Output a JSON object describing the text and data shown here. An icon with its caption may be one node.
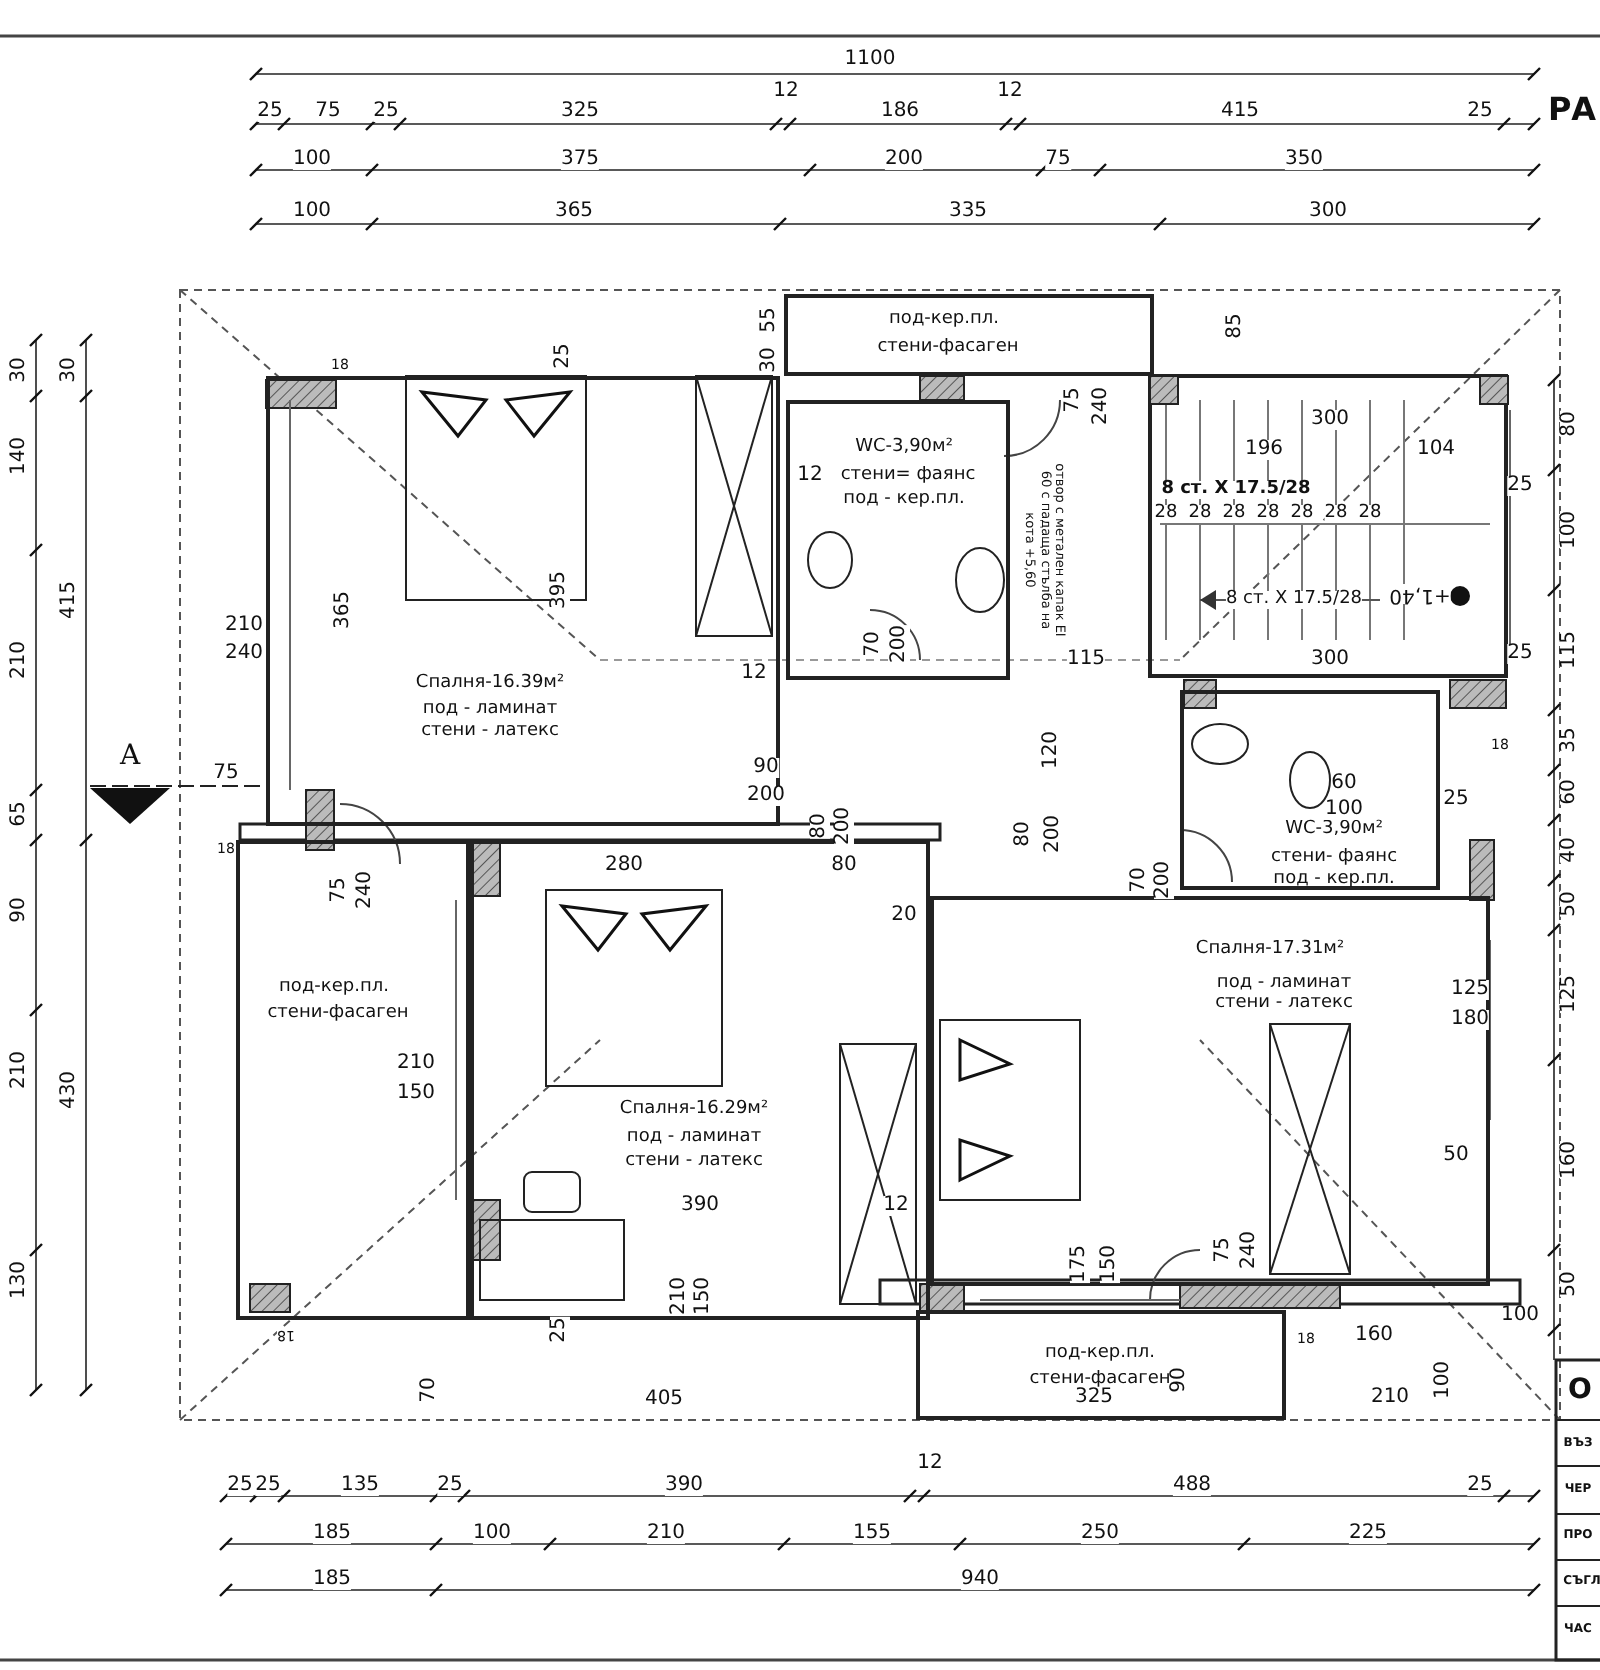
{
  "diagram": {
    "nodes": [
      {
        "text": [
          "Спалня-16.39м²",
          "под - ламинат",
          "стени - латекс"
        ]
      },
      {
        "text": [
          "под-кер.пл.",
          "стени-фасаген"
        ]
      },
      {
        "text": [
          "WC-3,90м²",
          "стени= фаянс",
          "под - кер.пл."
        ]
      },
      {
        "text": [
          "WC-3,90м²",
          "стени- фаянс",
          "под - кер.пл."
        ]
      },
      {
        "text": [
          "под-кер.пл.",
          "стени-фасаген"
        ]
      },
      {
        "text": [
          "Спалня-16.29м²",
          "под - ламинат",
          "стени - латекс"
        ]
      },
      {
        "text": [
          "Спалня-17.31м²",
          "под - ламинат",
          "стени - латекс"
        ]
      },
      {
        "text": [
          "под-кер.пл.",
          "стени-фасаген"
        ]
      }
    ],
    "labels": [
      "1100",
      "РА",
      "25",
      "75",
      "25",
      "325",
      "12",
      "186",
      "12",
      "415",
      "25",
      "100",
      "375",
      "200",
      "75",
      "350",
      "100",
      "365",
      "335",
      "300",
      "55",
      "85",
      "30",
      "30",
      "18",
      "25",
      "30",
      "75",
      "240",
      "300",
      "80",
      "196",
      "104",
      "140",
      "12",
      "8 ст. X 17.5/28",
      "25",
      "28",
      "28",
      "28",
      "28",
      "28",
      "28",
      "28",
      "100",
      "395",
      "отвор с метален капак EI 60 с падаща стълба на кота +5,60",
      "8 ст. X 17.5/28",
      "+1,40",
      "210",
      "415",
      "210",
      "240",
      "365",
      "12",
      "70",
      "200",
      "115",
      "300",
      "25",
      "115",
      "18",
      "35",
      "120",
      "75",
      "90",
      "200",
      "60",
      "100",
      "25",
      "60",
      "65",
      "80",
      "200",
      "80",
      "200",
      "75",
      "240",
      "18",
      "40",
      "280",
      "80",
      "70",
      "200",
      "90",
      "50",
      "20",
      "125",
      "125",
      "180",
      "210",
      "150",
      "210",
      "430",
      "50",
      "160",
      "390",
      "12",
      "175",
      "150",
      "210",
      "150",
      "130",
      "50",
      "75",
      "240",
      "100",
      "25",
      "18",
      "18",
      "160",
      "90",
      "100",
      "70",
      "405",
      "325",
      "210",
      "О",
      "ВЪЗ",
      "12",
      "25",
      "25",
      "135",
      "25",
      "390",
      "488",
      "25",
      "ЧЕР",
      "185",
      "100",
      "210",
      "155",
      "250",
      "225",
      "ПРО",
      "185",
      "940",
      "СЪГЛ",
      "ЧАС",
      "A"
    ]
  }
}
